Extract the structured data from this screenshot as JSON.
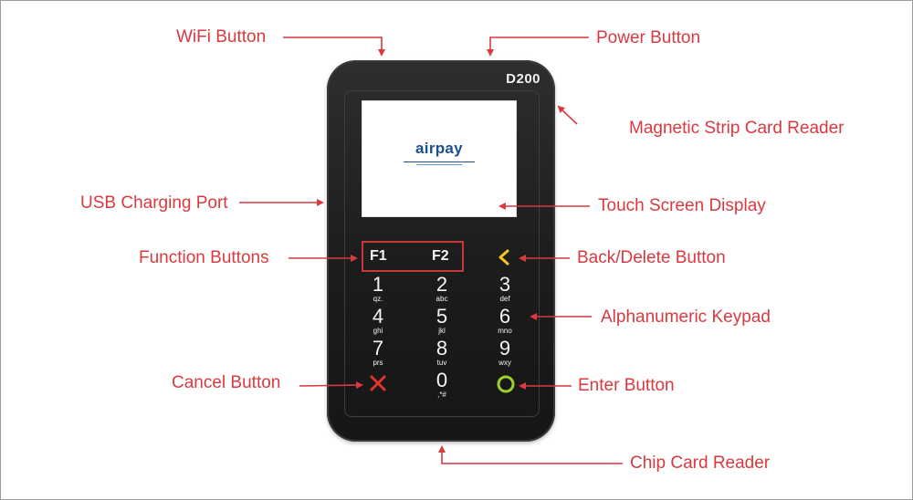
{
  "device": {
    "model": "D200",
    "screen_brand": "airpay",
    "function_keys": [
      "F1",
      "F2"
    ],
    "keys": [
      {
        "digit": "1",
        "letters": "qz."
      },
      {
        "digit": "2",
        "letters": "abc"
      },
      {
        "digit": "3",
        "letters": "def"
      },
      {
        "digit": "4",
        "letters": "ghi"
      },
      {
        "digit": "5",
        "letters": "jkl"
      },
      {
        "digit": "6",
        "letters": "mno"
      },
      {
        "digit": "7",
        "letters": "prs"
      },
      {
        "digit": "8",
        "letters": "tuv"
      },
      {
        "digit": "9",
        "letters": "wxy"
      },
      {
        "digit": "0",
        "letters": ",*#"
      }
    ]
  },
  "labels": {
    "wifi": "WiFi Button",
    "power": "Power Button",
    "magstripe": "Magnetic Strip Card Reader",
    "usb": "USB Charging Port",
    "touch": "Touch Screen Display",
    "function": "Function Buttons",
    "back": "Back/Delete Button",
    "keypad": "Alphanumeric Keypad",
    "cancel": "Cancel Button",
    "enter": "Enter Button",
    "chip": "Chip Card Reader"
  },
  "colors": {
    "annotation": "#d9393f",
    "cancel_key": "#e0352e",
    "enter_key": "#9bd02e",
    "back_key": "#f2c81c",
    "brand": "#1b4f8f"
  },
  "icons": {
    "cancel": "x-icon",
    "enter": "circle-icon",
    "back": "chevron-left-icon"
  }
}
